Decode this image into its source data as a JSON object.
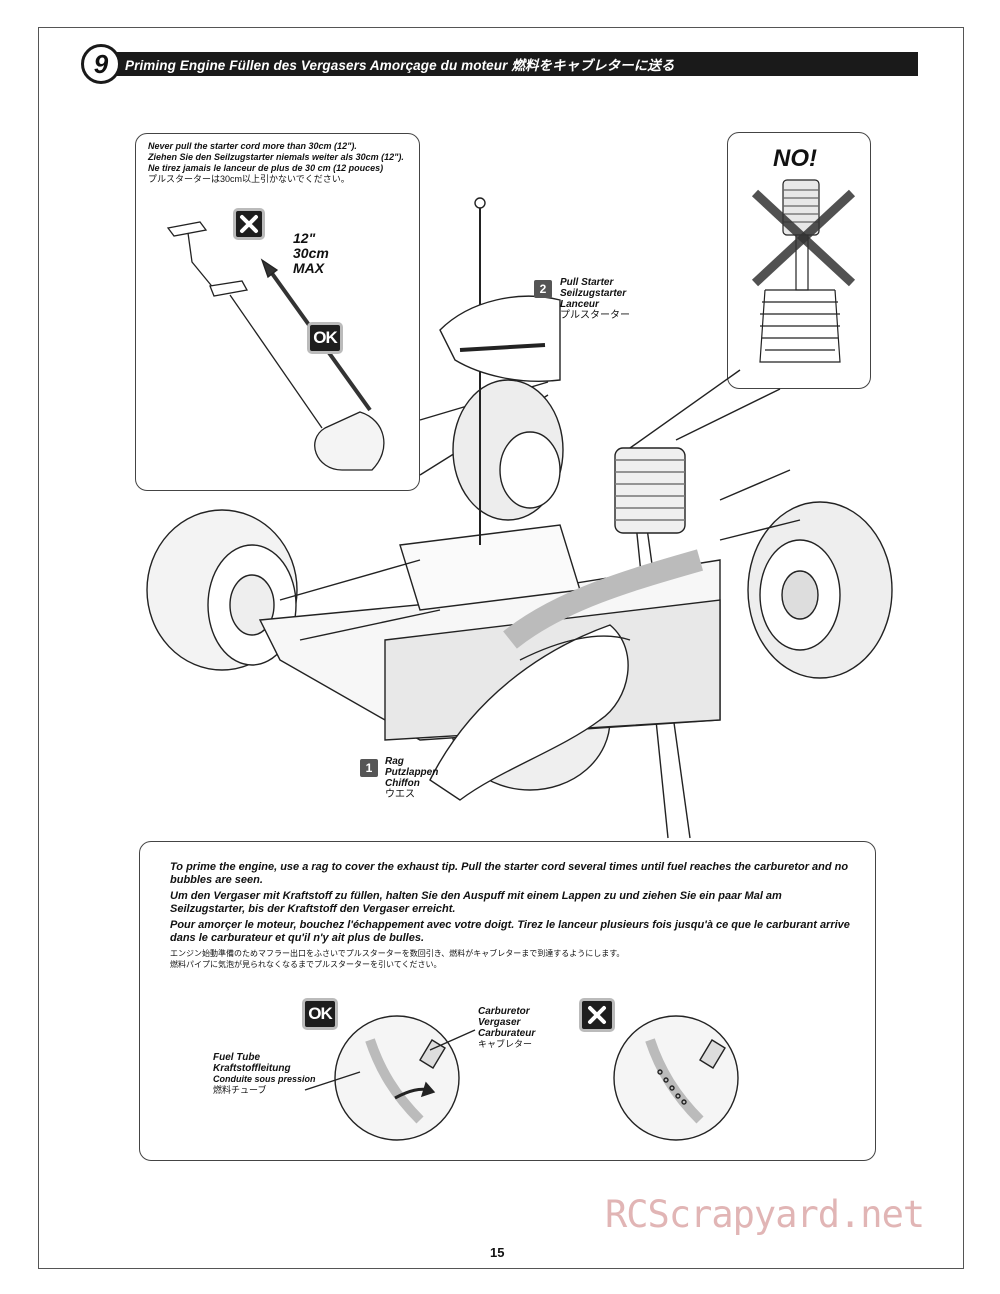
{
  "header": {
    "step_number": "9",
    "title": "Priming Engine    Füllen des Vergasers   Amorçage du moteur   燃料をキャブレターに送る"
  },
  "warning": {
    "line_en": "Never pull the starter cord more than 30cm (12\").",
    "line_de": "Ziehen Sie den Seilzugstarter niemals weiter als 30cm (12\").",
    "line_fr": "Ne tirez jamais le lanceur de plus de 30 cm (12 pouces)",
    "line_jp": "プルスターターは30cm以上引かないでください。"
  },
  "max_pull": {
    "inches": "12\"",
    "cm": "30cm",
    "max": "MAX"
  },
  "badges": {
    "ok": "OK",
    "no": "NO!"
  },
  "parts": {
    "pull_starter": {
      "number": "2",
      "en": "Pull Starter",
      "de": "Seilzugstarter",
      "fr": "Lanceur",
      "jp": "プルスターター"
    },
    "rag": {
      "number": "1",
      "en": "Rag",
      "de": "Putzlappen",
      "fr": "Chiffon",
      "jp": "ウエス"
    }
  },
  "instructions": {
    "en": "To prime the engine, use a rag to cover the exhaust tip. Pull the starter cord several times until fuel reaches the carburetor and no bubbles are seen.",
    "de": "Um den Vergaser mit Kraftstoff zu füllen, halten Sie den Auspuff mit einem Lappen zu und ziehen Sie ein paar Mal am Seilzugstarter, bis der Kraftstoff den Vergaser erreicht.",
    "fr": "Pour amorçer le moteur, bouchez l'échappement avec votre doigt. Tirez le lanceur plusieurs fois jusqu'à ce que le carburant arrive dans le carburateur et qu'il n'y ait plus de bulles.",
    "jp_1": "エンジン始動準備のためマフラー出口をふさいでプルスターターを数回引き、燃料がキャブレターまで到達するようにします。",
    "jp_2": "燃料パイプに気泡が見られなくなるまでプルスターターを引いてください。"
  },
  "detail_labels": {
    "carburetor": {
      "en": "Carburetor",
      "de": "Vergaser",
      "fr": "Carburateur",
      "jp": "キャブレター"
    },
    "fuel_tube": {
      "en": "Fuel Tube",
      "de": "Kraftstoffleitung",
      "fr": "Conduite sous pression",
      "jp": "燃料チューブ"
    }
  },
  "page_number": "15",
  "watermark": "RCScrapyard.net"
}
